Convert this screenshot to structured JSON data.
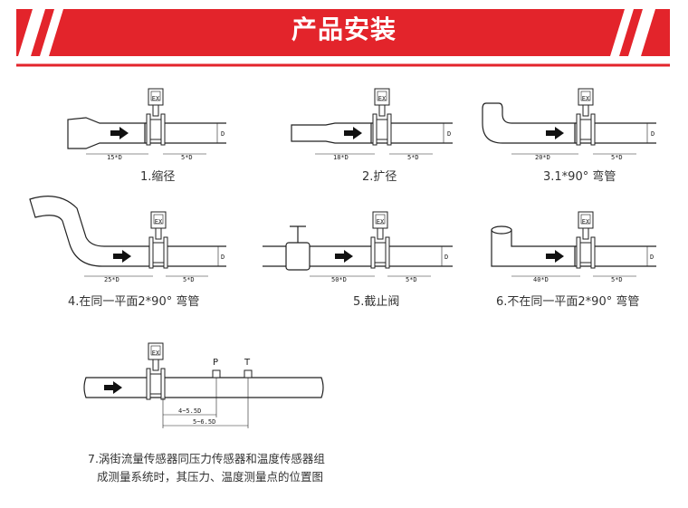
{
  "header": {
    "title": "产品安装",
    "banner_color": "#e3242b"
  },
  "diagrams": [
    {
      "caption": "1.缩径",
      "upstream": "15*D",
      "downstream": "5*D",
      "dia": "D"
    },
    {
      "caption": "2.扩径",
      "upstream": "18*D",
      "downstream": "5*D",
      "dia": "D"
    },
    {
      "caption": "3.1*90° 弯管",
      "upstream": "20*D",
      "downstream": "5*D",
      "dia": "D"
    },
    {
      "caption": "4.在同一平面2*90° 弯管",
      "upstream": "25*D",
      "downstream": "5*D",
      "dia": "D"
    },
    {
      "caption": "5.截止阀",
      "upstream": "50*D",
      "downstream": "5*D",
      "dia": "D"
    },
    {
      "caption": "6.不在同一平面2*90° 弯管",
      "upstream": "40*D",
      "downstream": "5*D",
      "dia": "D"
    }
  ],
  "diagram7": {
    "label_p": "P",
    "label_t": "T",
    "dim_p": "4~5.5D",
    "dim_t": "5~6.5D",
    "note_line1": "7.涡街流量传感器同压力传感器和温度传感器组",
    "note_line2": "成测量系统时，其压力、温度测量点的位置图"
  },
  "meter_label": "EX"
}
